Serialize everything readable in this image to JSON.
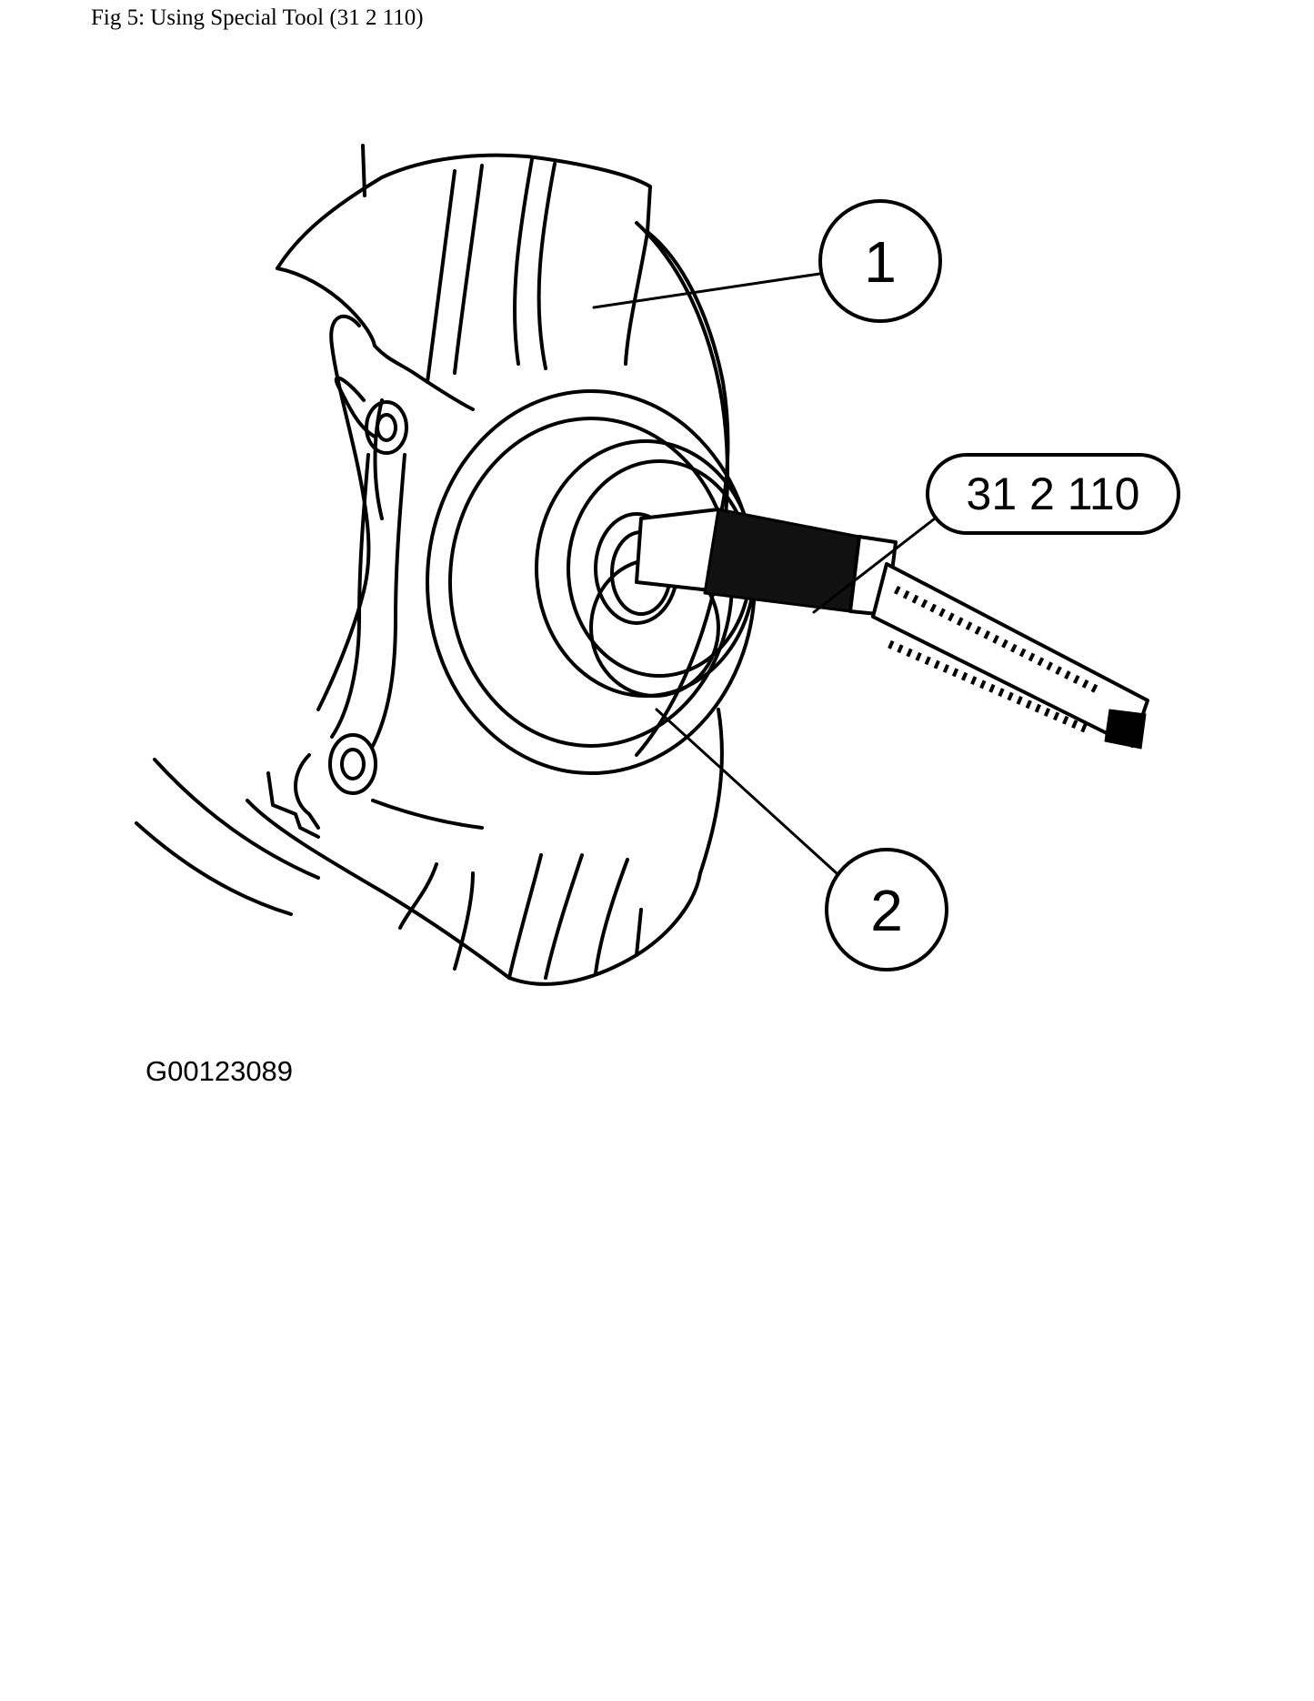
{
  "caption": "Fig 5: Using Special Tool (31 2 110)",
  "callouts": {
    "one": "1",
    "two": "2",
    "tool": "31 2 110"
  },
  "figure_id": "G00123089"
}
